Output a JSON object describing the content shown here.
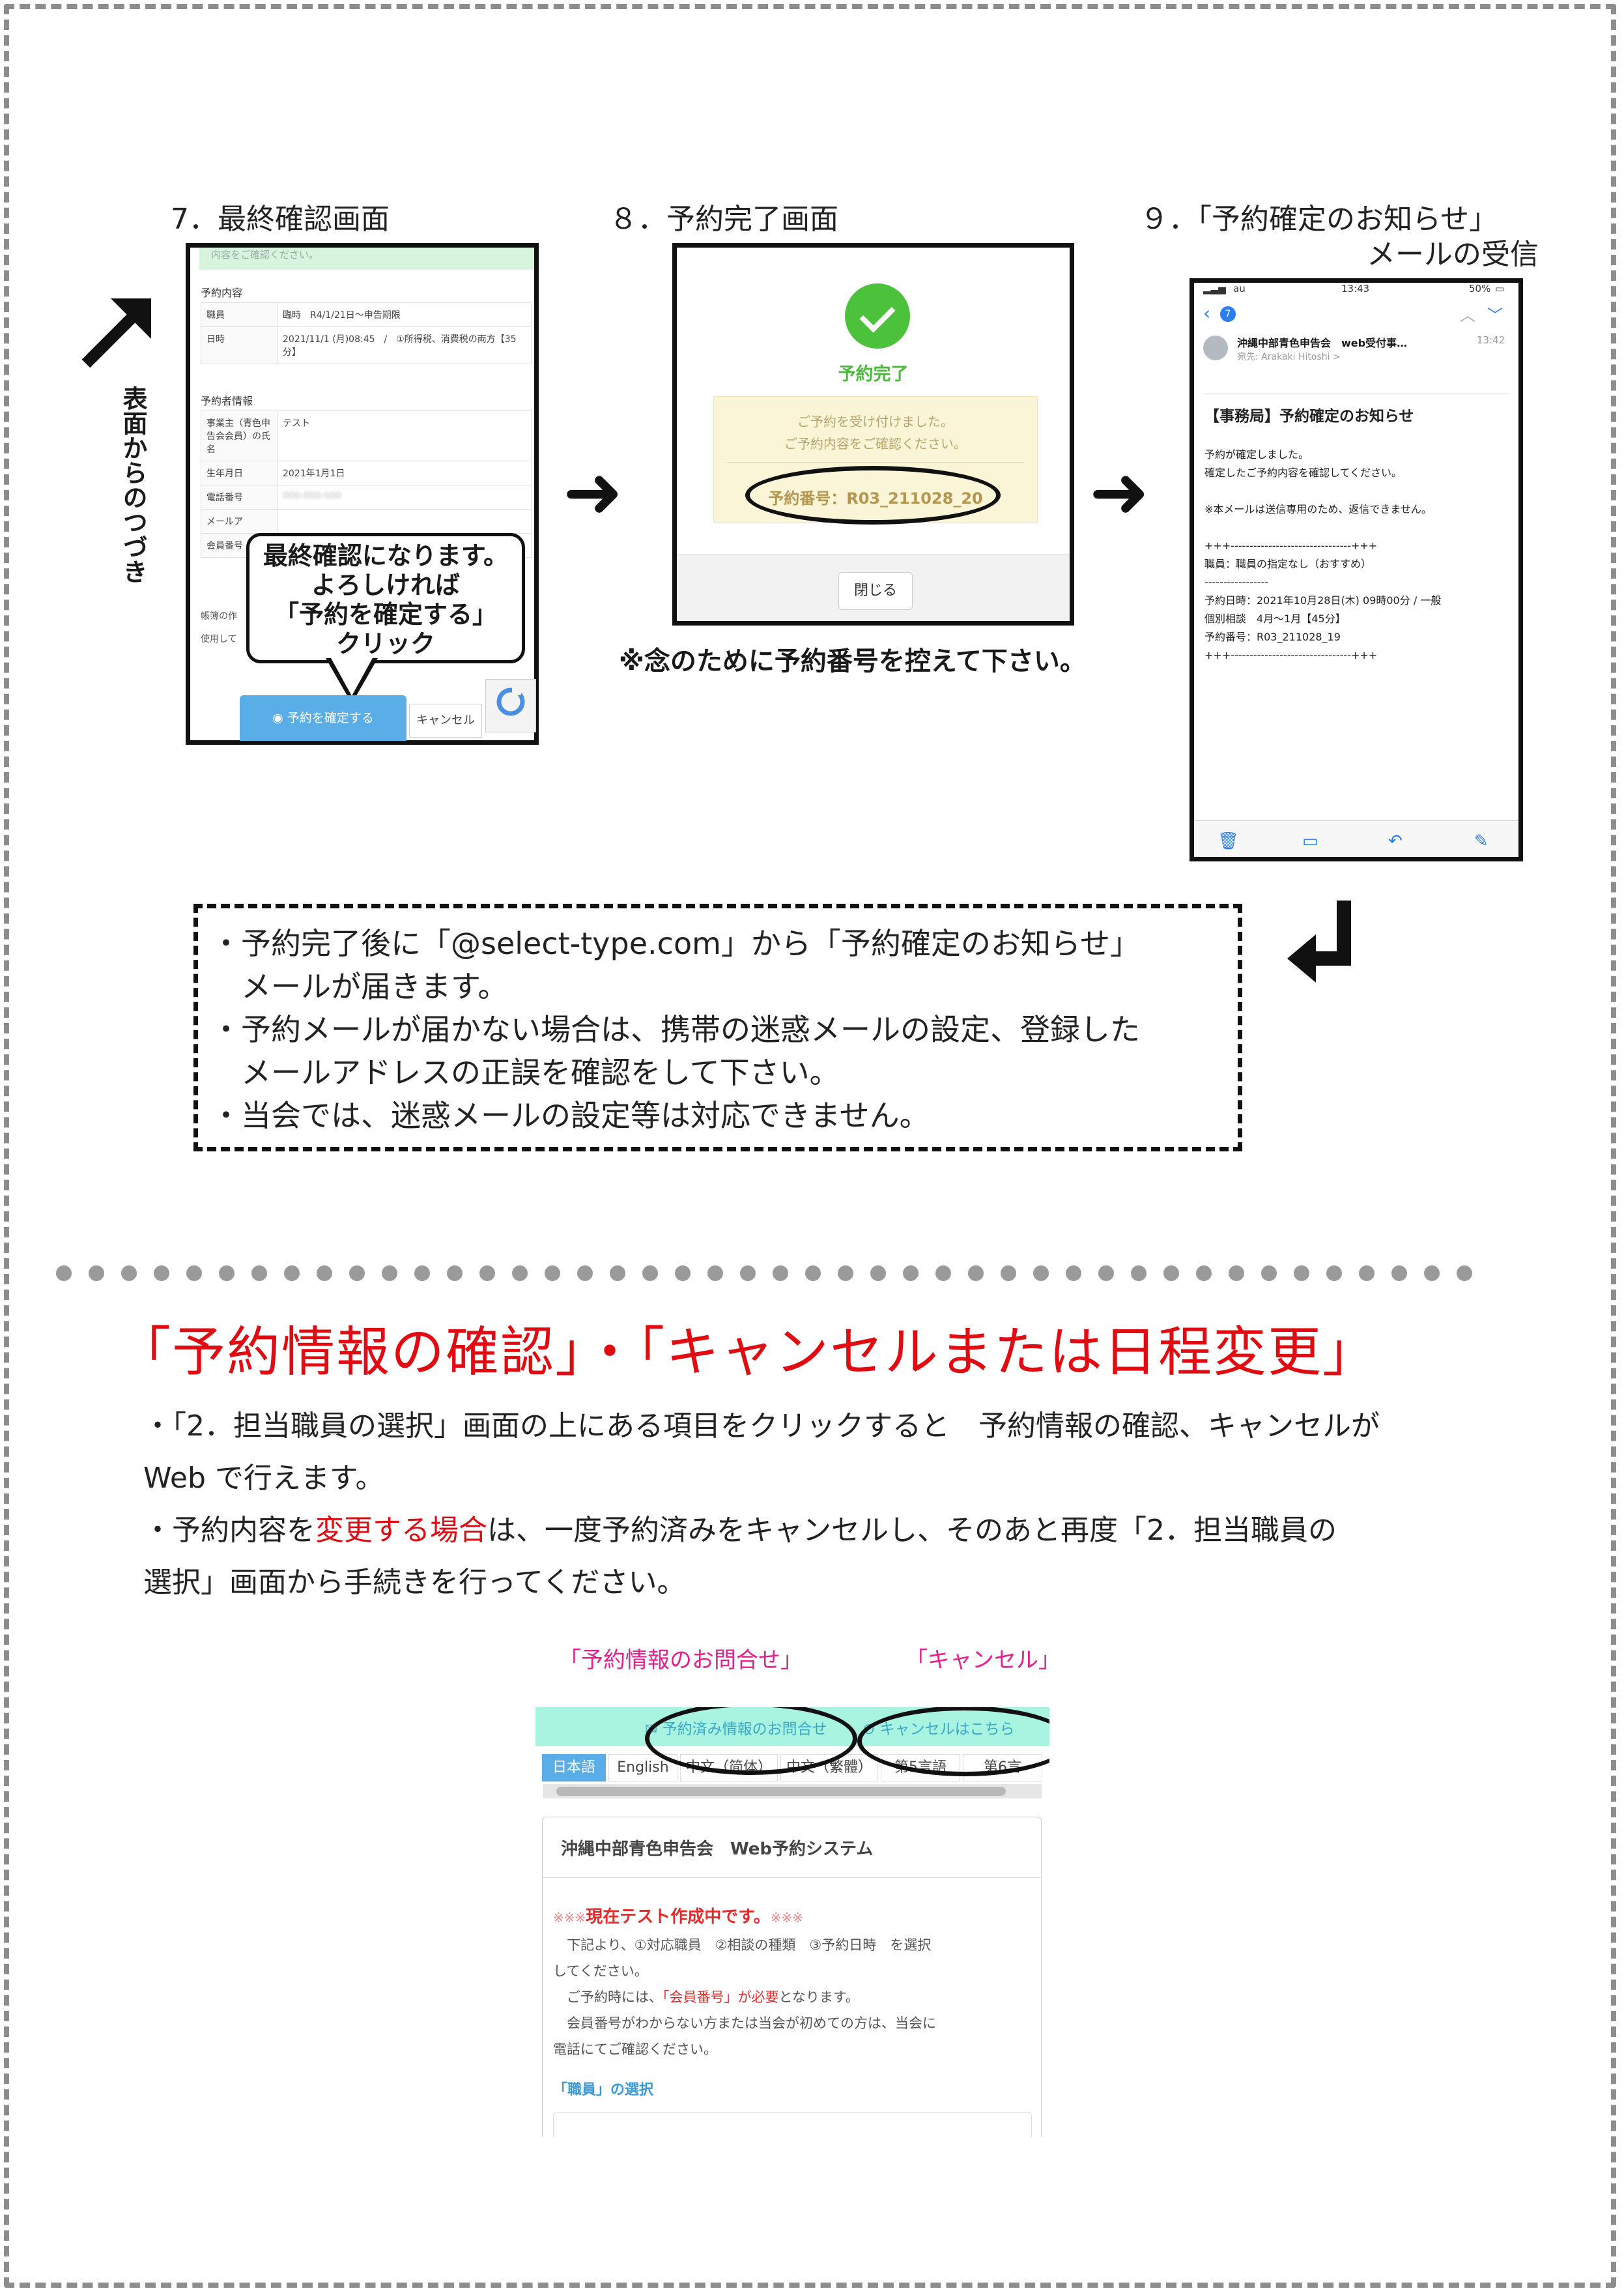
{
  "step7": {
    "title": "7．最終確認画面",
    "banner": "内容をご確認ください。",
    "section1": "予約内容",
    "rows1": [
      {
        "k": "職員",
        "v": "臨時　R4/1/21日〜申告期限"
      },
      {
        "k": "日時",
        "v": "2021/11/1 (月)08:45　/　①所得税、消費税の両方【35分】"
      }
    ],
    "section2": "予約者情報",
    "rows2": [
      {
        "k": "事業主（青色申告会会員）の氏名",
        "v": "テスト"
      },
      {
        "k": "生年月日",
        "v": "2021年1月1日"
      },
      {
        "k": "電話番号",
        "v": "000-000-000"
      },
      {
        "k": "メールア",
        "v": ""
      },
      {
        "k": "会員番号",
        "v": ""
      }
    ],
    "extra1": "帳簿の作",
    "extra2": "使用して",
    "bubble": [
      "最終確認になります。",
      "よろしければ",
      "「予約を確定する」",
      "クリック"
    ],
    "confirm_button": "予約を確定する",
    "cancel_button": "キャンセル"
  },
  "side_label": "表面からのつづき",
  "step8": {
    "title": "８．予約完了画面",
    "done": "予約完了",
    "notice1": "ご予約を受け付けました。",
    "notice2": "ご予約内容をご確認ください。",
    "resv_no": "予約番号：R03_211028_20",
    "close_button": "閉じる",
    "caption": "※念のために予約番号を控えて下さい。"
  },
  "step9": {
    "title1": "９．「予約確定のお知らせ」",
    "title2": "メールの受信",
    "status_left": "au",
    "status_time": "13:43",
    "status_battery": "50%",
    "badge": "7",
    "sender": "沖縄中部青色申告会　web受付事…",
    "sender_time": "13:42",
    "to": "宛先: Arakaki Hitoshi >",
    "subject": "【事務局】予約確定のお知らせ",
    "body": "予約が確定しました。\n確定したご予約内容を確認してください。\n\n※本メールは送信専用のため、返信できません。\n\n+++--------------------------------+++\n職員：職員の指定なし（おすすめ）\n-----------------\n予約日時：2021年10月28日(木) 09時00分 / 一般\n個別相談　4月〜1月【45分】\n予約番号：R03_211028_19\n+++--------------------------------+++"
  },
  "notes": [
    "・予約完了後に「@select-type.com」から「予約確定のお知らせ」",
    "　メールが届きます。",
    "・予約メールが届かない場合は、携帯の迷惑メールの設定、登録した",
    "　メールアドレスの正誤を確認をして下さい。",
    "・当会では、迷惑メールの設定等は対応できません。"
  ],
  "section_title": "「予約情報の確認」・「キャンセルまたは日程変更」",
  "para1a": "・「2．担当職員の選択」画面の上にある項目をクリックすると　予約情報の確認、キャンセルが",
  "para1b": "Web で行えます。",
  "para2a_pre": "・予約内容を",
  "para2a_red": "変更する場合",
  "para2a_post": "は、一度予約済みをキャンセルし、そのあと再度「2．担当職員の",
  "para2b": "選択」画面から手続きを行ってください。",
  "label_inquiry": "「予約情報のお問合せ」",
  "label_cancel": "「キャンセル」",
  "bottom": {
    "link_inquiry": "予約済み情報のお問合せ",
    "link_cancel": "キャンセルはこちら",
    "langs": [
      "日本語",
      "English",
      "中文（简体）",
      "中文（繁體）",
      "第5言語",
      "第6言"
    ],
    "card_title": "沖縄中部青色申告会　Web予約システム",
    "warn_marks": "※※※",
    "warn": "現在テスト作成中です。",
    "text1": "　下記より、①対応職員　②相談の種類　③予約日時　を選択",
    "text2": "してください。",
    "text3_pre": "　ご予約時には、",
    "text3_red": "「会員番号」が必要",
    "text3_post": "となります。",
    "text4": "　会員番号がわからない方または当会が初めての方は、当会に",
    "text5": "電話にてご確認ください。",
    "select_label": "「職員」の選択"
  }
}
